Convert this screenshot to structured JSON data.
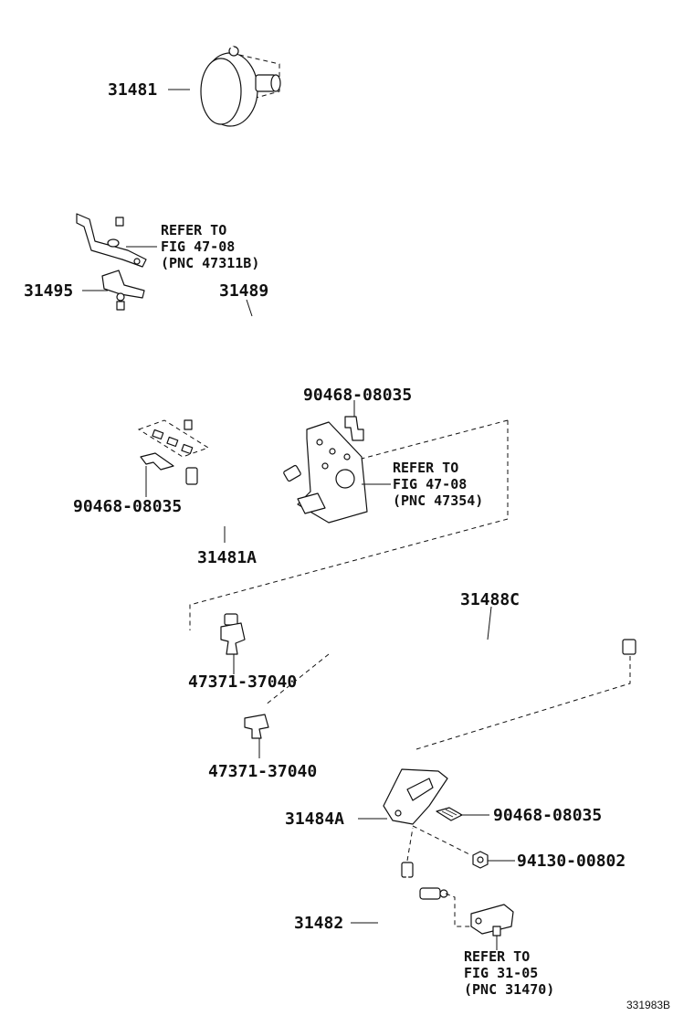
{
  "labels": {
    "p31481": "31481",
    "p31495": "31495",
    "p31489": "31489",
    "p31481A": "31481A",
    "p31488C": "31488C",
    "p31484A": "31484A",
    "p31482": "31482",
    "clip_90468_a": "90468-08035",
    "clip_90468_b": "90468-08035",
    "clip_90468_c": "90468-08035",
    "clamp_47371_a": "47371-37040",
    "clamp_47371_b": "47371-37040",
    "nut_94130": "94130-00802"
  },
  "refs": {
    "ref1": {
      "line1": "REFER TO",
      "line2": "FIG 47-08",
      "line3": "(PNC 47311B)"
    },
    "ref2": {
      "line1": "REFER TO",
      "line2": "FIG 47-08",
      "line3": "(PNC 47354)"
    },
    "ref3": {
      "line1": "REFER TO",
      "line2": "FIG 31-05",
      "line3": "(PNC 31470)"
    }
  },
  "diagram_code": "331983B"
}
